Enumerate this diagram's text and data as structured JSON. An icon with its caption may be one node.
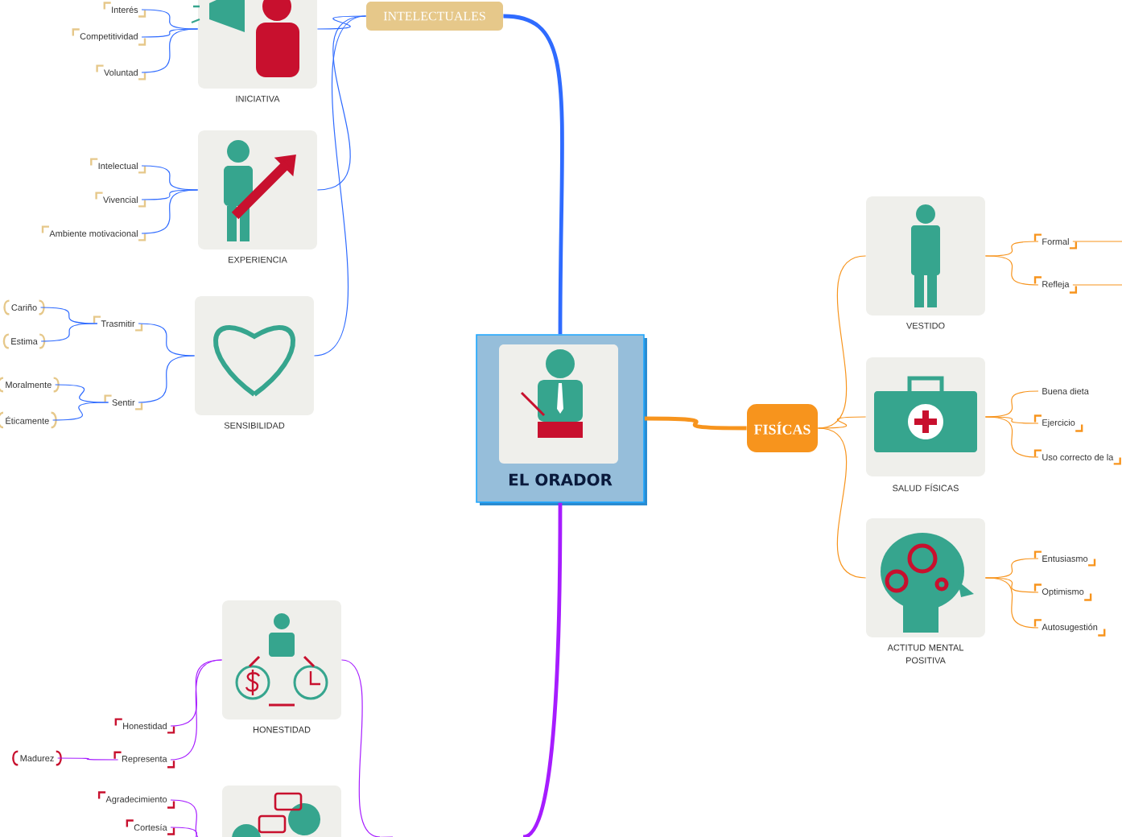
{
  "diagram": {
    "nodes": [
      {
        "text": [
          "INTELECTUALES"
        ]
      },
      {
        "text": [
          "Interés"
        ]
      },
      {
        "text": [
          "Competitividad"
        ]
      },
      {
        "text": [
          "Voluntad"
        ]
      },
      {
        "text": [
          "INICIATIVA"
        ]
      },
      {
        "text": [
          "Intelectual"
        ]
      },
      {
        "text": [
          "Vivencial"
        ]
      },
      {
        "text": [
          "Ambiente motivacional"
        ]
      },
      {
        "text": [
          "EXPERIENCIA"
        ]
      },
      {
        "text": [
          "Cariño"
        ]
      },
      {
        "text": [
          "Estima"
        ]
      },
      {
        "text": [
          "Trasmitir"
        ]
      },
      {
        "text": [
          "Moralmente"
        ]
      },
      {
        "text": [
          "Éticamente"
        ]
      },
      {
        "text": [
          "Sentir"
        ]
      },
      {
        "text": [
          "SENSIBILIDAD"
        ]
      },
      {
        "text": [
          "EL ORADOR"
        ]
      },
      {
        "text": [
          "FISÍCAS"
        ]
      },
      {
        "text": [
          "VESTIDO"
        ]
      },
      {
        "text": [
          "Formal"
        ]
      },
      {
        "text": [
          "Refleja"
        ]
      },
      {
        "text": [
          "SALUD FÍSICAS"
        ]
      },
      {
        "text": [
          "Buena dieta"
        ]
      },
      {
        "text": [
          "Ejercicio"
        ]
      },
      {
        "text": [
          "Uso correcto de la"
        ]
      },
      {
        "text": [
          "ACTITUD MENTAL POSITIVA"
        ]
      },
      {
        "text": [
          "Entusiasmo"
        ]
      },
      {
        "text": [
          "Optimismo"
        ]
      },
      {
        "text": [
          "Autosugestión"
        ]
      },
      {
        "text": [
          "HONESTIDAD"
        ]
      },
      {
        "text": [
          "Honestidad"
        ]
      },
      {
        "text": [
          "Representa"
        ]
      },
      {
        "text": [
          "Madurez"
        ]
      },
      {
        "text": [
          "Agradecimiento"
        ]
      },
      {
        "text": [
          "Cortesía"
        ]
      },
      {
        "text": [],
        "shape": "picture"
      }
    ],
    "edges": [
      {
        "from": 16,
        "to": 0,
        "arrow": "none",
        "style": "thick"
      },
      {
        "from": 0,
        "to": 4,
        "arrow": "none"
      },
      {
        "from": 0,
        "to": 8,
        "arrow": "none"
      },
      {
        "from": 0,
        "to": 15,
        "arrow": "none"
      },
      {
        "from": 4,
        "to": 1,
        "arrow": "none"
      },
      {
        "from": 4,
        "to": 2,
        "arrow": "none"
      },
      {
        "from": 4,
        "to": 3,
        "arrow": "none"
      },
      {
        "from": 8,
        "to": 5,
        "arrow": "none"
      },
      {
        "from": 8,
        "to": 6,
        "arrow": "none"
      },
      {
        "from": 8,
        "to": 7,
        "arrow": "none"
      },
      {
        "from": 15,
        "to": 11,
        "arrow": "none"
      },
      {
        "from": 15,
        "to": 14,
        "arrow": "none"
      },
      {
        "from": 11,
        "to": 9,
        "arrow": "none"
      },
      {
        "from": 11,
        "to": 10,
        "arrow": "none"
      },
      {
        "from": 14,
        "to": 12,
        "arrow": "none"
      },
      {
        "from": 14,
        "to": 13,
        "arrow": "none"
      },
      {
        "from": 16,
        "to": 17,
        "arrow": "none",
        "style": "thick",
        "color": "#f7941d"
      },
      {
        "from": 17,
        "to": 18,
        "arrow": "none",
        "color": "#f7941d"
      },
      {
        "from": 17,
        "to": 21,
        "arrow": "none",
        "color": "#f7941d"
      },
      {
        "from": 17,
        "to": 25,
        "arrow": "none",
        "color": "#f7941d"
      },
      {
        "from": 18,
        "to": 19,
        "arrow": "none",
        "color": "#f7941d"
      },
      {
        "from": 18,
        "to": 20,
        "arrow": "none",
        "color": "#f7941d"
      },
      {
        "from": 19,
        "to": null,
        "arrow": "none",
        "color": "#f7941d"
      },
      {
        "from": 20,
        "to": null,
        "arrow": "none",
        "color": "#f7941d"
      },
      {
        "from": 21,
        "to": 22,
        "arrow": "none",
        "color": "#f7941d"
      },
      {
        "from": 21,
        "to": 23,
        "arrow": "none",
        "color": "#f7941d"
      },
      {
        "from": 21,
        "to": 24,
        "arrow": "none",
        "color": "#f7941d"
      },
      {
        "from": 25,
        "to": 26,
        "arrow": "none",
        "color": "#f7941d"
      },
      {
        "from": 25,
        "to": 27,
        "arrow": "none",
        "color": "#f7941d"
      },
      {
        "from": 25,
        "to": 28,
        "arrow": "none",
        "color": "#f7941d"
      },
      {
        "from": 16,
        "to": null,
        "arrow": "none",
        "style": "thick",
        "color": "#a61cff"
      },
      {
        "from": null,
        "to": 29,
        "arrow": "none",
        "color": "#a61cff"
      },
      {
        "from": 29,
        "to": 30,
        "arrow": "none",
        "color": "#a61cff"
      },
      {
        "from": 29,
        "to": 31,
        "arrow": "none",
        "color": "#a61cff"
      },
      {
        "from": 31,
        "to": 32,
        "arrow": "none",
        "color": "#a61cff"
      },
      {
        "from": null,
        "to": 35,
        "arrow": "none",
        "color": "#a61cff"
      },
      {
        "from": 35,
        "to": 33,
        "arrow": "none",
        "color": "#a61cff"
      },
      {
        "from": 35,
        "to": 34,
        "arrow": "none",
        "color": "#a61cff"
      }
    ]
  }
}
